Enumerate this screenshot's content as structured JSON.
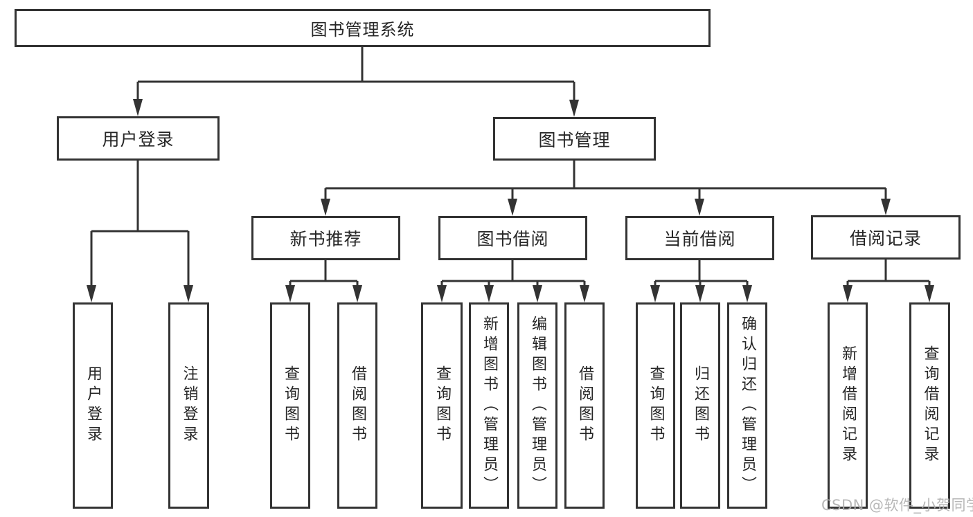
{
  "diagram": {
    "root": {
      "label": "图书管理系统"
    },
    "level2": [
      {
        "label": "用户登录",
        "parent": "图书管理系统"
      },
      {
        "label": "图书管理",
        "parent": "图书管理系统"
      }
    ],
    "level3": [
      {
        "label": "新书推荐",
        "parent": "图书管理"
      },
      {
        "label": "图书借阅",
        "parent": "图书管理"
      },
      {
        "label": "当前借阅",
        "parent": "图书管理"
      },
      {
        "label": "借阅记录",
        "parent": "图书管理"
      }
    ],
    "leaves": [
      {
        "label": "用户登录",
        "parent": "用户登录"
      },
      {
        "label": "注销登录",
        "parent": "用户登录"
      },
      {
        "label": "查询图书",
        "parent": "新书推荐"
      },
      {
        "label": "借阅图书",
        "parent": "新书推荐"
      },
      {
        "label": "查询图书",
        "parent": "图书借阅"
      },
      {
        "label": "新增图书（管理员）",
        "parent": "图书借阅"
      },
      {
        "label": "编辑图书（管理员）",
        "parent": "图书借阅"
      },
      {
        "label": "借阅图书",
        "parent": "图书借阅"
      },
      {
        "label": "查询图书",
        "parent": "当前借阅"
      },
      {
        "label": "归还图书",
        "parent": "当前借阅"
      },
      {
        "label": "确认归还（管理员）",
        "parent": "当前借阅"
      },
      {
        "label": "新增借阅记录",
        "parent": "借阅记录"
      },
      {
        "label": "查询借阅记录",
        "parent": "借阅记录"
      }
    ]
  },
  "watermark": {
    "text": "CSDN @软件_小贺同学"
  },
  "colors": {
    "background": "#ffffff",
    "line": "#333333",
    "box_border": "#333333",
    "text": "#262626",
    "watermark": "#aeaeae"
  }
}
